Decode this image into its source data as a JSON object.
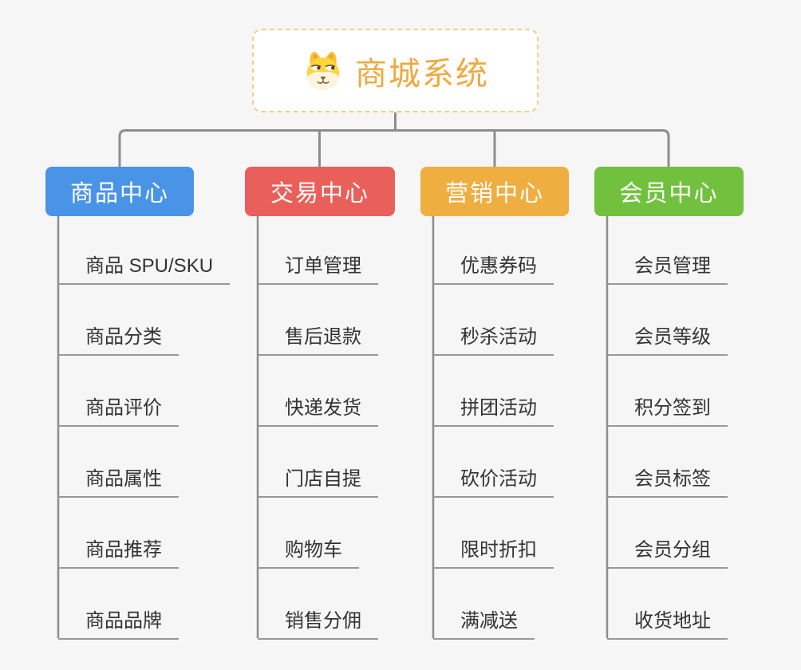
{
  "root": {
    "title": "商城系统",
    "icon": "shiba-dog-icon"
  },
  "branches": [
    {
      "label": "商品中心",
      "color": "#4a94e8",
      "items": [
        "商品 SPU/SKU",
        "商品分类",
        "商品评价",
        "商品属性",
        "商品推荐",
        "商品品牌"
      ]
    },
    {
      "label": "交易中心",
      "color": "#e9605b",
      "items": [
        "订单管理",
        "售后退款",
        "快递发货",
        "门店自提",
        "购物车",
        "销售分佣"
      ]
    },
    {
      "label": "营销中心",
      "color": "#efae40",
      "items": [
        "优惠券码",
        "秒杀活动",
        "拼团活动",
        "砍价活动",
        "限时折扣",
        "满减送"
      ]
    },
    {
      "label": "会员中心",
      "color": "#72c13e",
      "items": [
        "会员管理",
        "会员等级",
        "积分签到",
        "会员标签",
        "会员分组",
        "收货地址"
      ]
    }
  ],
  "colors": {
    "line": "#8d8d8d",
    "leaf_line": "#979797",
    "background": "#f6f6f6",
    "root_text": "#efa93e",
    "root_border": "#f2cc8c",
    "leaf_text": "#333333",
    "branch_text": "#ffffff"
  }
}
